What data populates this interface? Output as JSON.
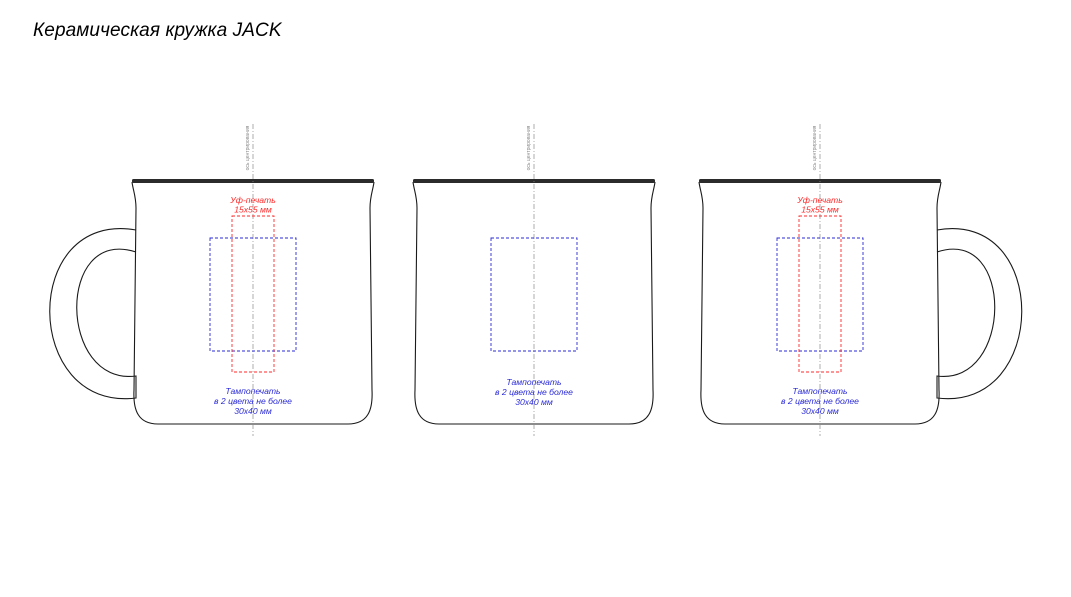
{
  "title": "Керамическая кружка JACK",
  "colors": {
    "outline": "#1a1a1a",
    "rim": "#2b2b2b",
    "uv_print": "#ff2a2a",
    "pad_print": "#2a2ad6",
    "axis": "#8a8a8a"
  },
  "axis_label": "ось центрирования",
  "views": [
    {
      "name": "left-view",
      "handle": "left",
      "uv_print": {
        "lines": [
          "Уф-печать",
          "15x55 мм"
        ]
      },
      "pad_print": {
        "lines": [
          "Тампопечать",
          "в 2 цвета не более",
          "30x40 мм"
        ]
      }
    },
    {
      "name": "front-view",
      "handle": "none",
      "uv_print": null,
      "pad_print": {
        "lines": [
          "Тампопечать",
          "в 2 цвета не более",
          "30x40 мм"
        ]
      }
    },
    {
      "name": "right-view",
      "handle": "right",
      "uv_print": {
        "lines": [
          "Уф-печать",
          "15x55 мм"
        ]
      },
      "pad_print": {
        "lines": [
          "Тампопечать",
          "в 2 цвета не более",
          "30x40 мм"
        ]
      }
    }
  ]
}
